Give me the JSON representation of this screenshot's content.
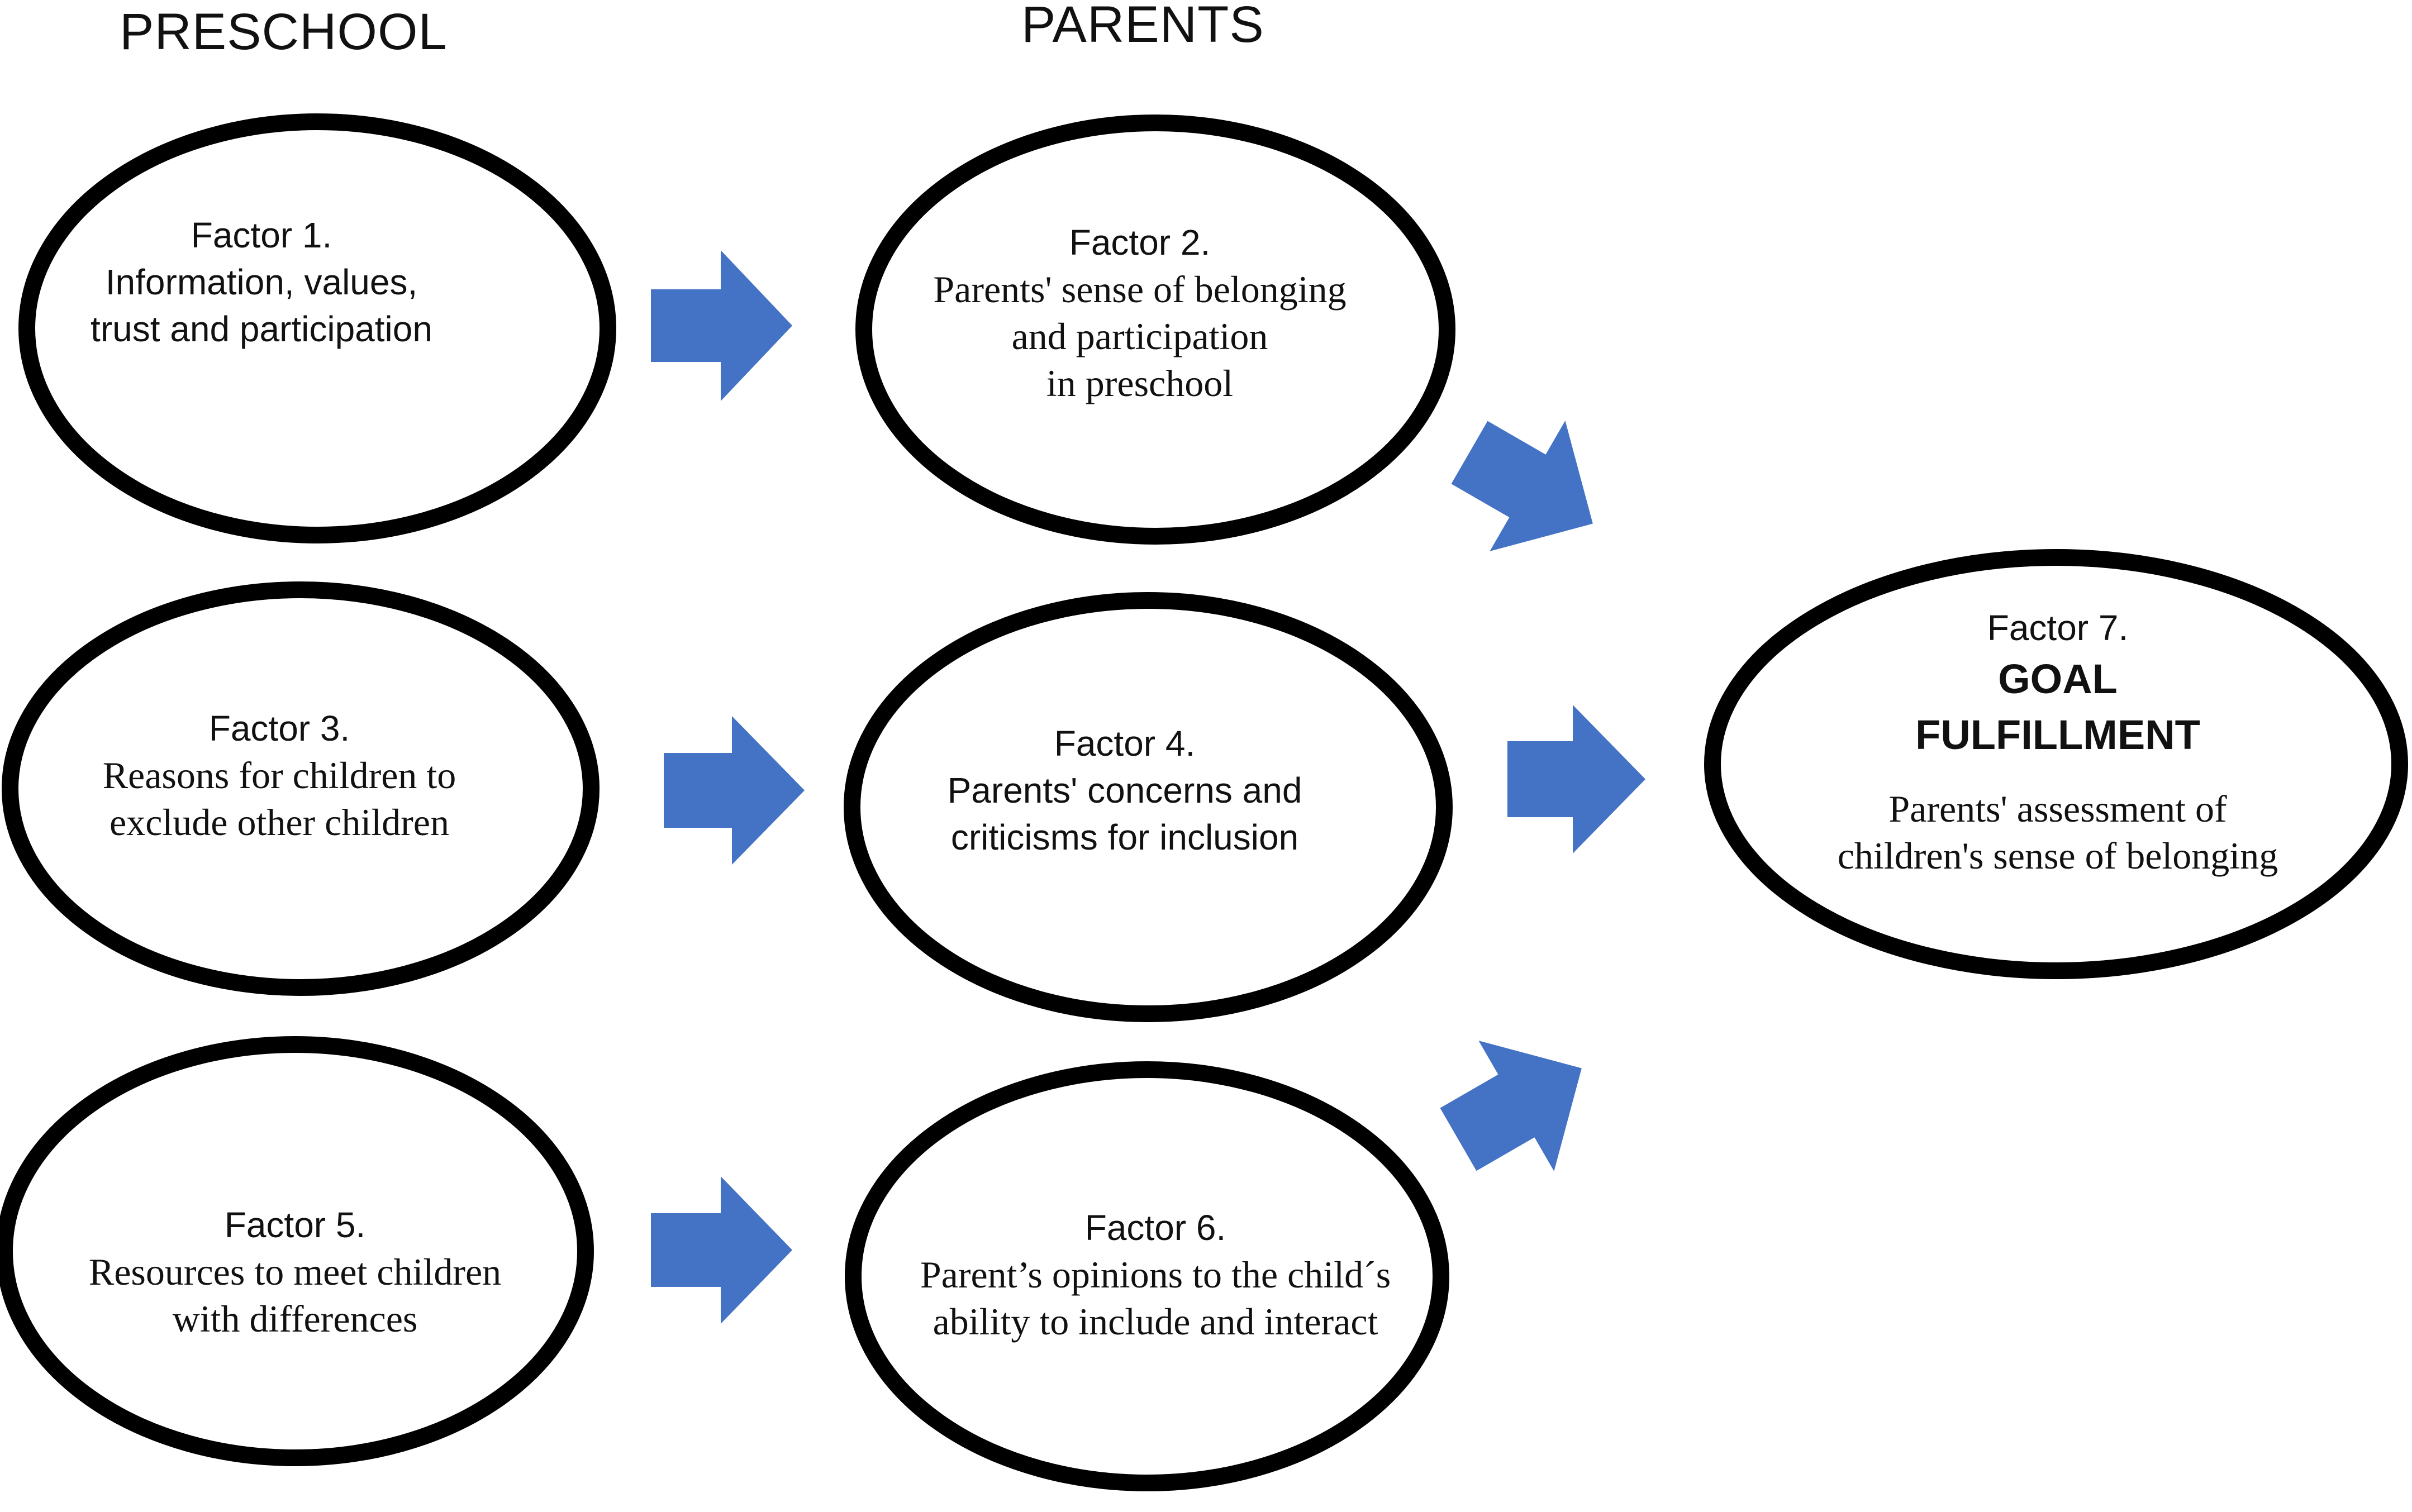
{
  "headers": {
    "preschool": "PRESCHOOL",
    "parents": "PARENTS"
  },
  "colors": {
    "ellipse_stroke": "#000000",
    "arrow_fill": "#4472C4",
    "text": "#111111"
  },
  "nodes": {
    "f1": {
      "factor": "Factor 1.",
      "lines": [
        "Information, values,",
        "trust and participation"
      ]
    },
    "f2": {
      "factor": "Factor 2.",
      "lines": [
        "Parents' sense of belonging",
        "and participation",
        "in preschool"
      ]
    },
    "f3": {
      "factor": "Factor 3.",
      "lines": [
        "Reasons for children to",
        "exclude other children"
      ]
    },
    "f4": {
      "factor": "Factor 4.",
      "lines": [
        "Parents' concerns and",
        "criticisms for inclusion"
      ]
    },
    "f5": {
      "factor": "Factor 5.",
      "lines": [
        "Resources to meet children",
        "with differences"
      ]
    },
    "f6": {
      "factor": "Factor 6.",
      "lines": [
        "Parent’s opinions to the child´s",
        "ability to include and interact"
      ]
    },
    "f7": {
      "factor": "Factor 7.",
      "goal": [
        "GOAL",
        "FULFILLMENT"
      ],
      "lines": [
        "Parents' assessment of",
        "children's sense of belonging"
      ]
    }
  },
  "arrows": [
    {
      "from": "f1",
      "to": "f2"
    },
    {
      "from": "f3",
      "to": "f4"
    },
    {
      "from": "f5",
      "to": "f6"
    },
    {
      "from": "f2",
      "to": "f7"
    },
    {
      "from": "f4",
      "to": "f7"
    },
    {
      "from": "f6",
      "to": "f7"
    }
  ]
}
